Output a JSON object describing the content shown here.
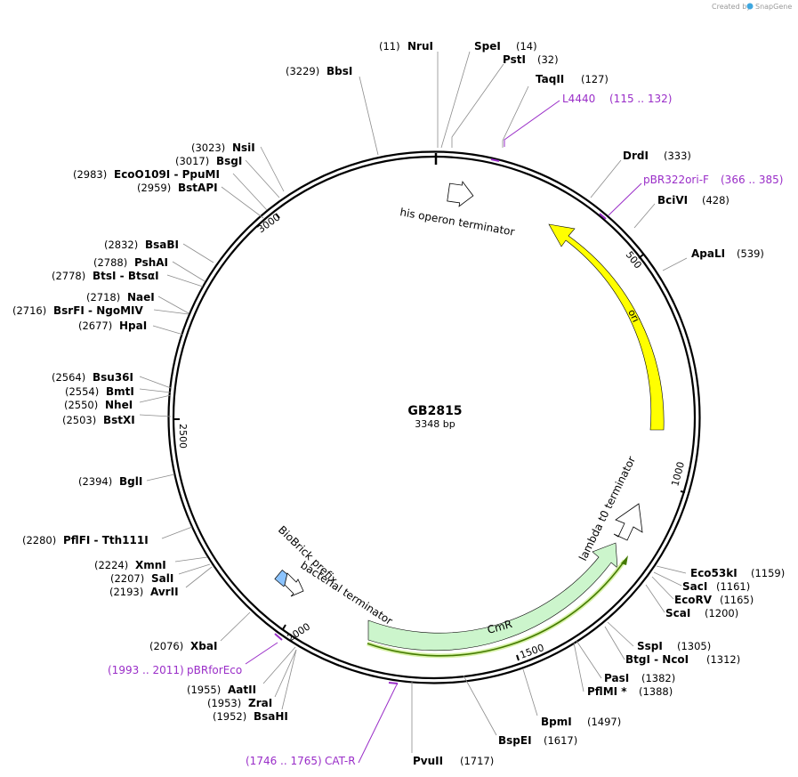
{
  "plasmid": {
    "name": "GB2815",
    "length_label": "3348 bp",
    "length": 3348
  },
  "watermark": {
    "prefix": "Created by",
    "brand": "SnapGene"
  },
  "colors": {
    "backbone": "#000000",
    "ori": "#ffff00",
    "cmr": "#ccf5cc",
    "orf": "#447a00",
    "primer": "#9a2ec8",
    "terminator": "#ffffff",
    "biobrick": "#8cc4ff"
  },
  "ticks": [
    "500",
    "1000",
    "1500",
    "2000",
    "2500",
    "3000"
  ],
  "features": [
    {
      "id": "his",
      "label": "his operon terminator"
    },
    {
      "id": "ori",
      "label": "ori"
    },
    {
      "id": "lambda",
      "label": "lambda t0 terminator"
    },
    {
      "id": "cmr",
      "label": "CmR"
    },
    {
      "id": "bact",
      "label": "bacterial terminator"
    },
    {
      "id": "bb",
      "label": "BioBrick prefix"
    }
  ],
  "sites": [
    {
      "name": "NruI",
      "pos": "(11)",
      "side": "L"
    },
    {
      "name": "SpeI",
      "pos": "(14)",
      "side": "R"
    },
    {
      "name": "PstI",
      "pos": "(32)",
      "side": "R"
    },
    {
      "name": "TaqII",
      "pos": "(127)",
      "side": "R"
    },
    {
      "name": "DrdI",
      "pos": "(333)",
      "side": "R"
    },
    {
      "name": "BciVI",
      "pos": "(428)",
      "side": "R"
    },
    {
      "name": "ApaLI",
      "pos": "(539)",
      "side": "R"
    },
    {
      "name": "Eco53kI",
      "pos": "(1159)",
      "side": "R"
    },
    {
      "name": "SacI",
      "pos": "(1161)",
      "side": "R"
    },
    {
      "name": "EcoRV",
      "pos": "(1165)",
      "side": "R"
    },
    {
      "name": "ScaI",
      "pos": "(1200)",
      "side": "R"
    },
    {
      "name": "SspI",
      "pos": "(1305)",
      "side": "R"
    },
    {
      "name": "BtgI  - NcoI",
      "pos": "(1312)",
      "side": "R"
    },
    {
      "name": "PasI",
      "pos": "(1382)",
      "side": "R"
    },
    {
      "name": "PflMI *",
      "pos": "(1388)",
      "side": "R"
    },
    {
      "name": "BpmI",
      "pos": "(1497)",
      "side": "R"
    },
    {
      "name": "BspEI",
      "pos": "(1617)",
      "side": "R"
    },
    {
      "name": "PvuII",
      "pos": "(1717)",
      "side": "R"
    },
    {
      "name": "BsaHI",
      "pos": "(1952)",
      "side": "L"
    },
    {
      "name": "ZraI",
      "pos": "(1953)",
      "side": "L"
    },
    {
      "name": "AatII",
      "pos": "(1955)",
      "side": "L"
    },
    {
      "name": "XbaI",
      "pos": "(2076)",
      "side": "L"
    },
    {
      "name": "AvrII",
      "pos": "(2193)",
      "side": "L"
    },
    {
      "name": "SalI",
      "pos": "(2207)",
      "side": "L"
    },
    {
      "name": "XmnI",
      "pos": "(2224)",
      "side": "L"
    },
    {
      "name": "PflFI  - Tth111I",
      "pos": "(2280)",
      "side": "L"
    },
    {
      "name": "BglI",
      "pos": "(2394)",
      "side": "L"
    },
    {
      "name": "BstXI",
      "pos": "(2503)",
      "side": "L"
    },
    {
      "name": "NheI",
      "pos": "(2550)",
      "side": "L"
    },
    {
      "name": "BmtI",
      "pos": "(2554)",
      "side": "L"
    },
    {
      "name": "Bsu36I",
      "pos": "(2564)",
      "side": "L"
    },
    {
      "name": "HpaI",
      "pos": "(2677)",
      "side": "L"
    },
    {
      "name": "BsrFI  - NgoMIV",
      "pos": "(2716)",
      "side": "L"
    },
    {
      "name": "NaeI",
      "pos": "(2718)",
      "side": "L"
    },
    {
      "name": "BtsI  - BtsαI",
      "pos": "(2778)",
      "side": "L"
    },
    {
      "name": "PshAI",
      "pos": "(2788)",
      "side": "L"
    },
    {
      "name": "BsaBI",
      "pos": "(2832)",
      "side": "L"
    },
    {
      "name": "BstAPI",
      "pos": "(2959)",
      "side": "L"
    },
    {
      "name": "EcoO109I  - PpuMI",
      "pos": "(2983)",
      "side": "L"
    },
    {
      "name": "BsgI",
      "pos": "(3017)",
      "side": "L"
    },
    {
      "name": "NsiI",
      "pos": "(3023)",
      "side": "L"
    },
    {
      "name": "BbsI",
      "pos": "(3229)",
      "side": "L"
    }
  ],
  "primers": [
    {
      "name": "L4440",
      "range": "(115 .. 132)",
      "order": "name-first"
    },
    {
      "name": "pBR322ori-F",
      "range": "(366 .. 385)",
      "order": "name-first"
    },
    {
      "name": "pBRforEco",
      "range": "(1993 .. 2011)",
      "order": "range-first"
    },
    {
      "name": "CAT-R",
      "range": "(1746 .. 1765)",
      "order": "range-first"
    }
  ]
}
